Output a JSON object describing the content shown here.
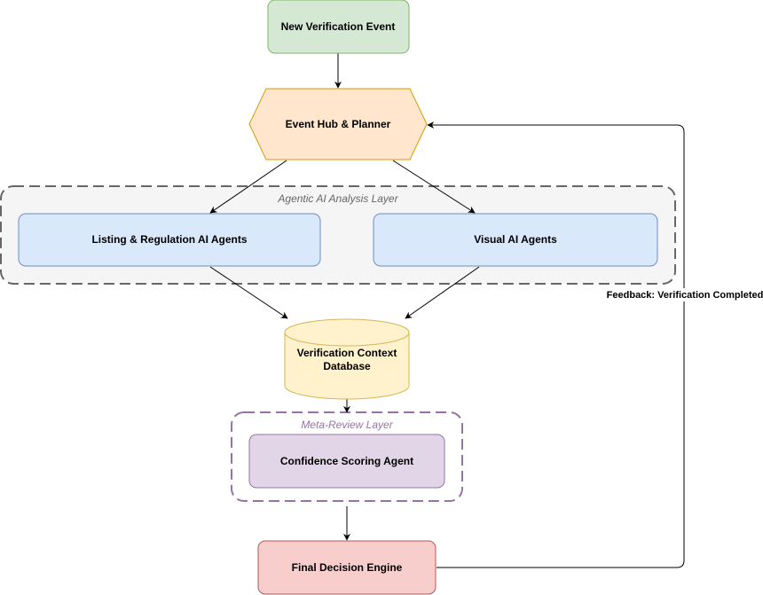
{
  "nodes": {
    "new_event": "New Verification Event",
    "event_hub": "Event Hub & Planner",
    "listing_agents": "Listing & Regulation AI Agents",
    "visual_agents": "Visual AI Agents",
    "context_db_line1": "Verification Context",
    "context_db_line2": "Database",
    "confidence_agent": "Confidence Scoring Agent",
    "final_engine": "Final Decision Engine"
  },
  "groups": {
    "analysis_layer": "Agentic AI Analysis Layer",
    "meta_review_layer": "Meta-Review Layer"
  },
  "edges": {
    "feedback_label": "Feedback: Verification Completed"
  },
  "colors": {
    "start_fill": "#d5e8d4",
    "start_stroke": "#82b366",
    "hub_fill": "#ffe6cc",
    "hub_stroke": "#d79b00",
    "agent_fill": "#dae8fc",
    "agent_stroke": "#6c8ebf",
    "db_fill": "#fff2cc",
    "db_stroke": "#d6b656",
    "meta_fill": "#e1d5e7",
    "meta_stroke": "#9673a6",
    "final_fill": "#f8cecc",
    "final_stroke": "#b85450",
    "analysis_group_fill": "#f5f5f5",
    "analysis_group_stroke": "#666666",
    "analysis_label_color": "#666666",
    "meta_label_color": "#9673a6"
  }
}
